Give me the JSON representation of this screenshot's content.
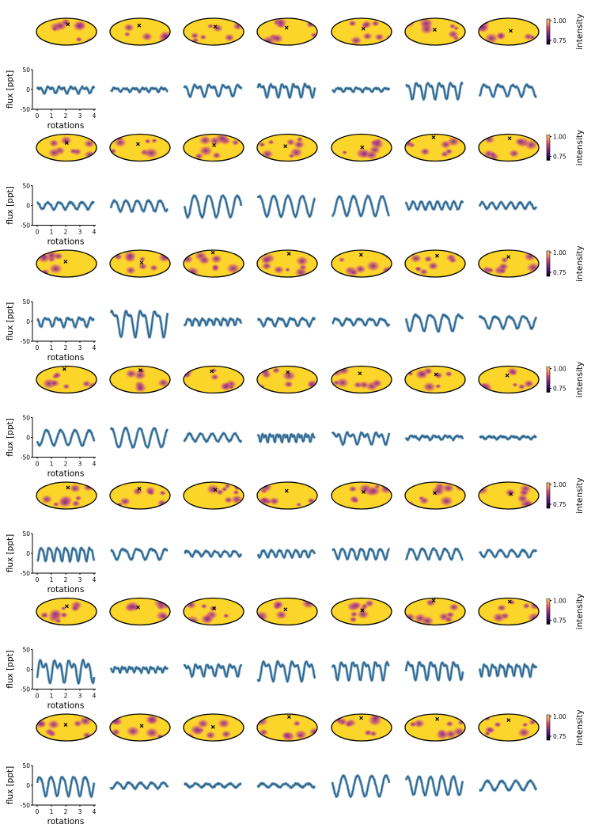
{
  "figure": {
    "grid": {
      "rows": 7,
      "cols": 7
    },
    "colors": {
      "map_fill": "#fbd52a",
      "map_outline": "#000000",
      "spot_dark": "#7a2a8e",
      "spot_mid": "#d0527a",
      "curve": "#2f5f82",
      "curve_light": "#6fa4c8",
      "axis": "#000000",
      "colorbar": [
        "#000004",
        "#3b0f70",
        "#8c2981",
        "#de4968",
        "#fe9f6d",
        "#fcfdbf"
      ]
    },
    "icons": {
      "marker": "x-marker"
    }
  },
  "chart_data": [
    {
      "type": "heatmap",
      "description_role": "mollweide-intensity-maps",
      "colorbar_label": "intensity",
      "colorbar_ticks": [
        "1.00",
        "0.75"
      ],
      "colorbar_range": [
        0.7,
        1.02
      ],
      "rows": 7,
      "cols": 7
    },
    {
      "type": "line",
      "description_role": "flux-light-curves",
      "xlabel": "rotations",
      "ylabel": "flux [ppt]",
      "xticks": [
        "0",
        "1",
        "2",
        "3",
        "4"
      ],
      "yticks": [
        "50",
        "0",
        "-50"
      ],
      "xlim": [
        0,
        4
      ],
      "ylim": [
        -50,
        50
      ],
      "amplitudes": [
        [
          10,
          6,
          18,
          20,
          6,
          25,
          18
        ],
        [
          10,
          15,
          30,
          28,
          26,
          10,
          8
        ],
        [
          14,
          40,
          10,
          12,
          10,
          25,
          18
        ],
        [
          20,
          25,
          10,
          12,
          18,
          6,
          4
        ],
        [
          20,
          16,
          8,
          10,
          15,
          15,
          10
        ],
        [
          35,
          8,
          18,
          30,
          28,
          28,
          18
        ],
        [
          28,
          8,
          5,
          5,
          28,
          25,
          12
        ]
      ],
      "frequencies": [
        [
          5,
          6,
          4,
          5,
          6,
          5,
          4
        ],
        [
          5,
          5,
          4,
          4,
          4,
          7,
          6
        ],
        [
          5,
          4,
          8,
          5,
          5,
          4,
          4
        ],
        [
          4,
          4,
          5,
          8,
          4,
          5,
          5
        ],
        [
          7,
          4,
          6,
          7,
          6,
          5,
          5
        ],
        [
          4,
          8,
          5,
          4,
          5,
          5,
          7
        ],
        [
          5,
          5,
          5,
          5,
          4,
          5,
          4
        ]
      ]
    }
  ]
}
